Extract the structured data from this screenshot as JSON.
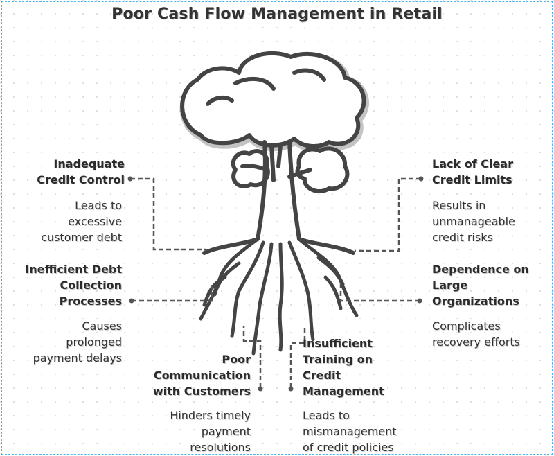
{
  "title": "Poor Cash Flow Management in Retail",
  "colors": {
    "ink": "#444444",
    "connector": "#555555",
    "grid_dot": "#d9dde3",
    "frame": "#4fb3e8"
  },
  "causes": [
    {
      "title": "Inadequate\nCredit Control",
      "description": "Leads to\nexcessive\ncustomer debt"
    },
    {
      "title": "Lack of Clear\nCredit Limits",
      "description": "Results in\nunmanageable\ncredit risks"
    },
    {
      "title": "Inefficient Debt\nCollection\nProcesses",
      "description": "Causes\nprolonged\npayment delays"
    },
    {
      "title": "Dependence on\nLarge\nOrganizations",
      "description": "Complicates\nrecovery efforts"
    },
    {
      "title": "Poor\nCommunication\nwith Customers",
      "description": "Hinders timely\npayment\nresolutions"
    },
    {
      "title": "Insufficient\nTraining on\nCredit\nManagement",
      "description": "Leads to\nmismanagement\nof credit policies"
    }
  ]
}
